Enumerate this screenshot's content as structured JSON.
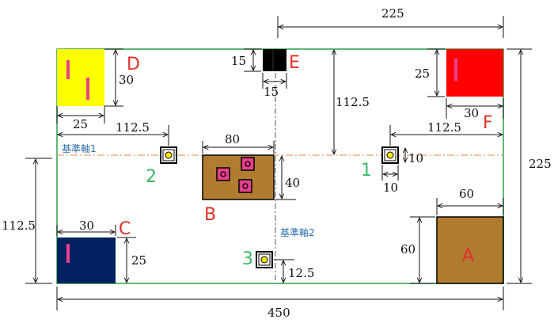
{
  "diagram": {
    "total_width": "450",
    "total_height": "225",
    "top_offset": "225",
    "axis1_label": "基準軸1",
    "axis2_label": "基準軸2",
    "colors": {
      "border": "#2aa24a",
      "axis1": "#e8a070",
      "axis2": "#444444",
      "yellow": "#ffff00",
      "red": "#ff0000",
      "navy": "#002060",
      "brown": "#b07c30",
      "black": "#000000",
      "pink": "#e8408c",
      "target_yellow": "#ffe600"
    },
    "blocks": {
      "A": {
        "label": "A",
        "width": "60",
        "height": "60"
      },
      "B": {
        "label": "B",
        "width": "80",
        "height": "40"
      },
      "C": {
        "label": "C",
        "width": "30",
        "height": "25",
        "left_dim": "112.5"
      },
      "D": {
        "label": "D",
        "width": "25",
        "height": "30"
      },
      "E": {
        "label": "E",
        "width": "15",
        "height": "15",
        "top_dim": "112.5"
      },
      "F": {
        "label": "F",
        "width": "30",
        "height": "25"
      }
    },
    "markers": {
      "m1": {
        "label": "1",
        "dim_h": "10",
        "dim_w": "10",
        "dist": "112.5"
      },
      "m2": {
        "label": "2",
        "dist": "112.5"
      },
      "m3": {
        "label": "3",
        "dist": "12.5"
      }
    }
  }
}
